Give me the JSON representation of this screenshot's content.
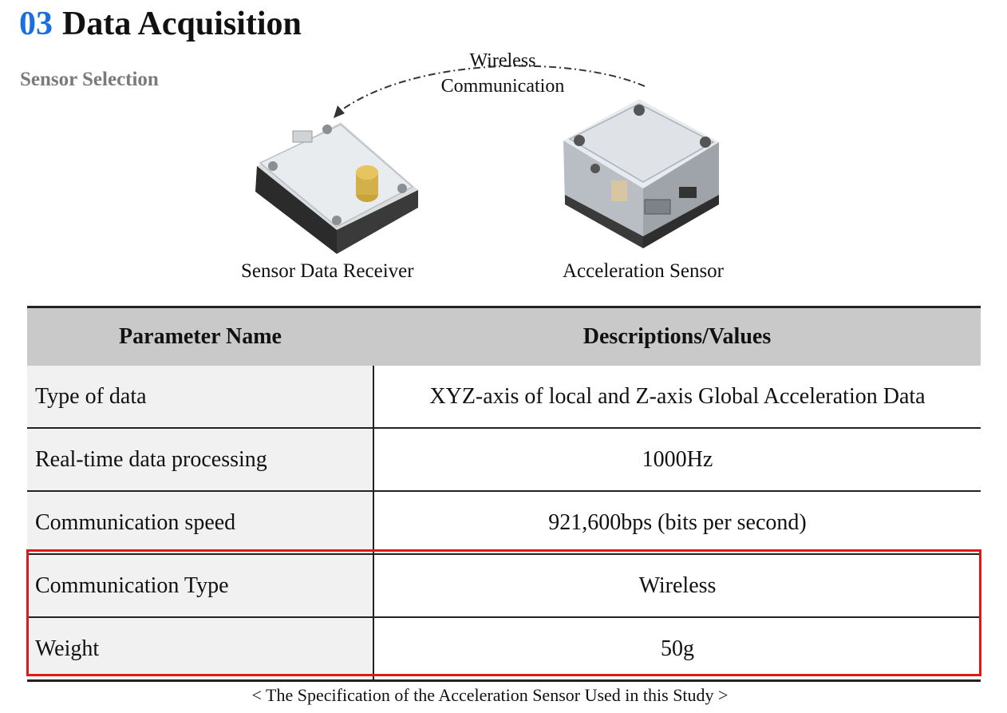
{
  "header": {
    "section_number": "03",
    "section_title": "Data Acquisition",
    "subtitle": "Sensor Selection"
  },
  "figure": {
    "link_label_line1": "Wireless",
    "link_label_line2": "Communication",
    "receiver_caption": "Sensor Data Receiver",
    "sensor_caption": "Acceleration Sensor"
  },
  "table": {
    "headers": [
      "Parameter  Name",
      "Descriptions/Values"
    ],
    "rows": [
      {
        "name": "Type of data",
        "value": "XYZ-axis of local and Z-axis Global Acceleration Data"
      },
      {
        "name": "Real-time data processing",
        "value": "1000Hz"
      },
      {
        "name": "Communication speed",
        "value": "921,600bps (bits per second)"
      },
      {
        "name": "Communication Type",
        "value": "Wireless"
      },
      {
        "name": "Weight",
        "value": "50g"
      }
    ]
  },
  "caption": "< The Specification of the Acceleration Sensor Used in this Study >",
  "colors": {
    "section_number": "#1a6fe0",
    "highlight_border": "#e01818",
    "header_row": "#c9c9c9",
    "name_column": "#f1f1f1"
  }
}
